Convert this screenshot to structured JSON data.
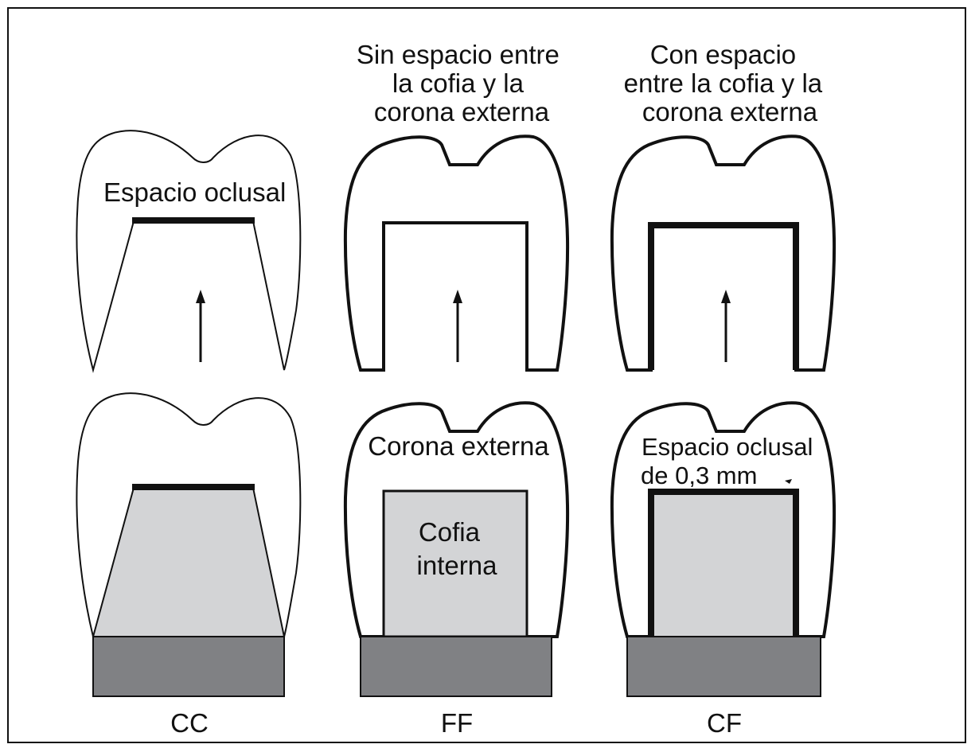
{
  "headings": {
    "ff": [
      "Sin espacio entre",
      "la cofia y la",
      "corona externa"
    ],
    "cf": [
      "Con espacio",
      "entre la cofia y la",
      "corona externa"
    ]
  },
  "labels": {
    "cc_top": "Espacio oclusal",
    "ff_bottom": "Corona externa",
    "ff_cofia": [
      "Cofia",
      "interna"
    ],
    "cf_bottom": [
      "Espacio oclusal",
      "de 0,3 mm"
    ]
  },
  "captions": {
    "cc": "CC",
    "ff": "FF",
    "cf": "CF"
  },
  "colors": {
    "outline": "#111111",
    "cofia_fill": "#d3d4d6",
    "base_fill": "#808184",
    "background": "#ffffff"
  }
}
